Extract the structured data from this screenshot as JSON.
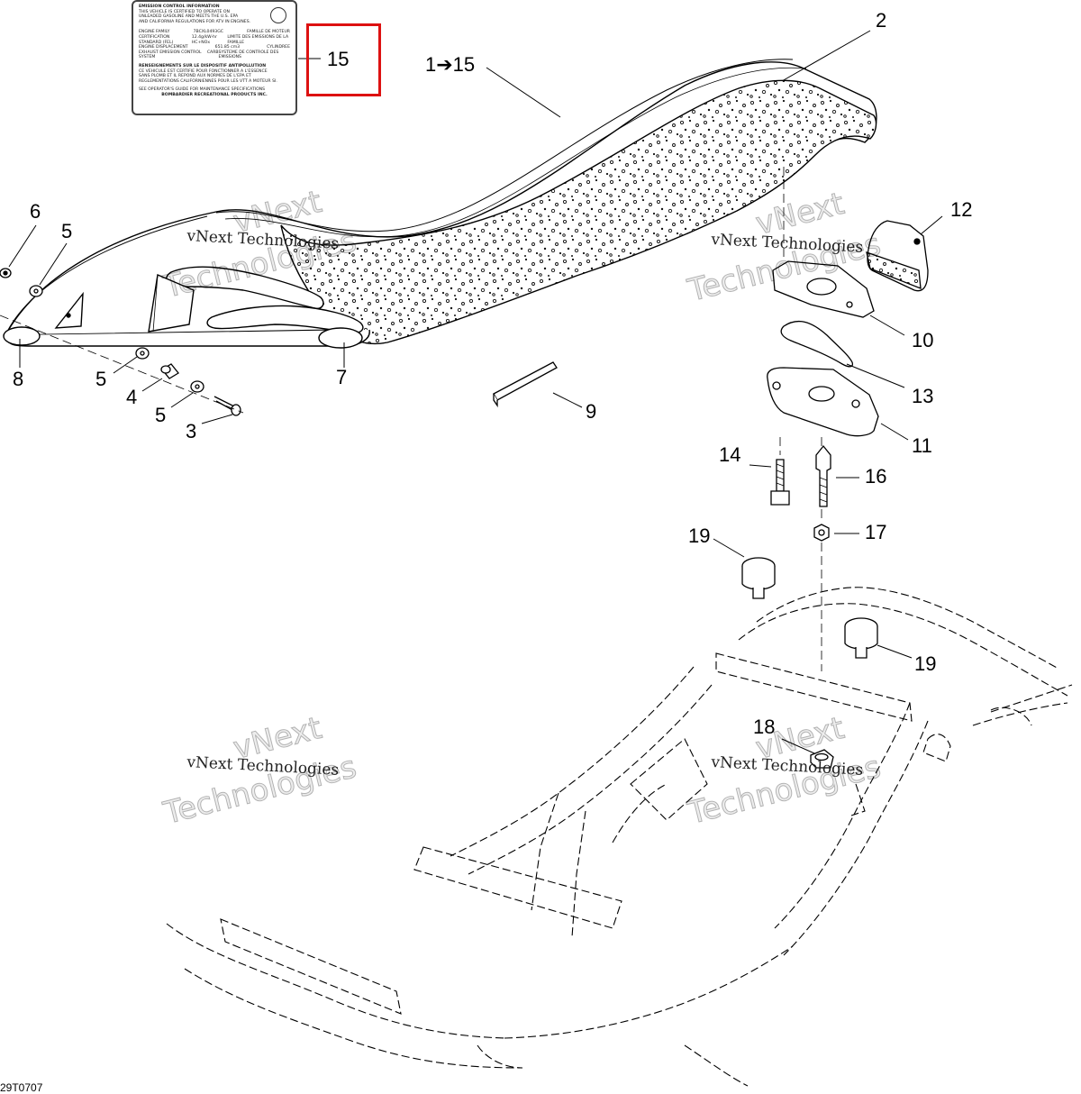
{
  "emission_label": {
    "title": "EMISSION CONTROL INFORMATION",
    "lines": [
      "THIS VEHICLE IS CERTIFIED TO OPERATE ON",
      "UNLEADED GASOLINE AND MEETS THE U.S. EPA",
      "AND CALIFORNIA REGULATIONS FOR ATV IN ENGINES."
    ],
    "rows": [
      {
        "left": "ENGINE FAMILY",
        "mid": "7BCXL0493GC",
        "right": "FAMILLE DE MOTEUR"
      },
      {
        "left": "CERTIFICATION STANDARD (FEL)",
        "mid": "12.4g/kW-hr HC+NOx",
        "right": "LIMITE DES EMISSIONS DE LA FAMILLE"
      },
      {
        "left": "ENGINE DISPLACEMENT",
        "mid": "651.85 cm3",
        "right": "CYLINDREE"
      },
      {
        "left": "EXHAUST EMISSION CONTROL SYSTEM",
        "mid": "CARB",
        "right": "SYSTEME DE CONTROLE DES EMISSIONS"
      }
    ],
    "french_title": "RENSEIGNEMENTS SUR LE DISPOSITIF ANTIPOLLUTION",
    "french_lines": [
      "CE VEHICULE EST CERTIFIE POUR FONCTIONNER A L'ESSENCE",
      "SANS PLOMB ET IL REPOND AUX NORMES DE L'EPA ET",
      "REGLEMENTATIONS CALIFORNIENNES POUR LES VTT A MOTEUR SI."
    ],
    "guide_line": "SEE OPERATOR'S GUIDE FOR MAINTENANCE SPECIFICATIONS",
    "manufacturer": "BOMBARDIER RECREATIONAL PRODUCTS INC."
  },
  "callouts": [
    {
      "id": "15-label",
      "text": "15"
    },
    {
      "id": "1-15",
      "text": "1➔15"
    },
    {
      "id": "2",
      "text": "2"
    },
    {
      "id": "6",
      "text": "6"
    },
    {
      "id": "5a",
      "text": "5"
    },
    {
      "id": "12",
      "text": "12"
    },
    {
      "id": "8",
      "text": "8"
    },
    {
      "id": "7",
      "text": "7"
    },
    {
      "id": "5b",
      "text": "5"
    },
    {
      "id": "4",
      "text": "4"
    },
    {
      "id": "5c",
      "text": "5"
    },
    {
      "id": "3",
      "text": "3"
    },
    {
      "id": "9",
      "text": "9"
    },
    {
      "id": "10",
      "text": "10"
    },
    {
      "id": "13",
      "text": "13"
    },
    {
      "id": "11",
      "text": "11"
    },
    {
      "id": "14",
      "text": "14"
    },
    {
      "id": "16",
      "text": "16"
    },
    {
      "id": "19a",
      "text": "19"
    },
    {
      "id": "17",
      "text": "17"
    },
    {
      "id": "19b",
      "text": "19"
    },
    {
      "id": "18",
      "text": "18"
    }
  ],
  "watermark": {
    "line1": "vNext Technologies",
    "line2a": "vNext",
    "line2b": "Technologies"
  },
  "diagram_code": "29T0707"
}
